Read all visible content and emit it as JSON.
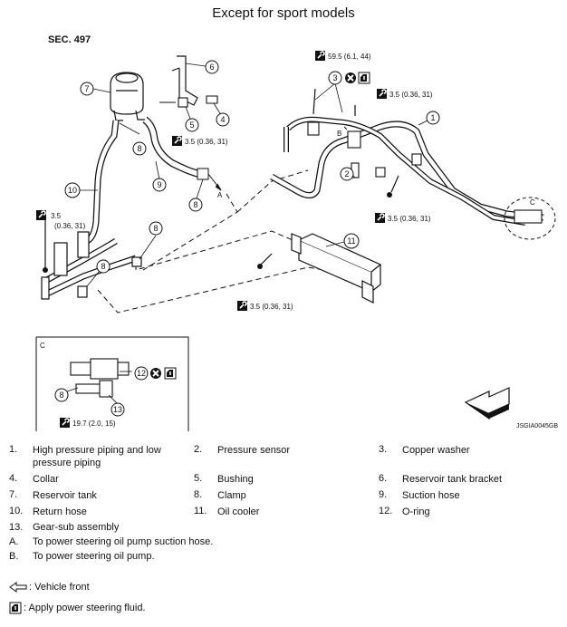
{
  "title": "Except for sport models",
  "section": "SEC. 497",
  "image_code": "JSGIA0045GB",
  "torques": {
    "t1": "59.5 (6.1, 44)",
    "t2": "3.5 (0.36, 31)",
    "t3": "3.5 (0.36, 31)",
    "t4a": "3.5",
    "t4b": "(0.36, 31)",
    "t5": "3.5 (0.36, 31)",
    "t6": "3.5 (0.36, 31)",
    "t7": "19.7 (2.0, 15)"
  },
  "callouts": {
    "n1": "1",
    "n2": "2",
    "n3": "3",
    "n4": "4",
    "n5": "5",
    "n6": "6",
    "n7": "7",
    "n8": "8",
    "n9": "9",
    "n10": "10",
    "n11": "11",
    "n12": "12",
    "n13": "13",
    "lA": "A",
    "lB": "B",
    "lC": "C"
  },
  "legend": [
    {
      "num": "1.",
      "text": "High pressure piping and low pressure piping"
    },
    {
      "num": "2.",
      "text": "Pressure sensor"
    },
    {
      "num": "3.",
      "text": "Copper washer"
    },
    {
      "num": "4.",
      "text": "Collar"
    },
    {
      "num": "5.",
      "text": "Bushing"
    },
    {
      "num": "6.",
      "text": "Reservoir tank bracket"
    },
    {
      "num": "7.",
      "text": "Reservoir tank"
    },
    {
      "num": "8.",
      "text": "Clamp"
    },
    {
      "num": "9.",
      "text": "Suction hose"
    },
    {
      "num": "10.",
      "text": "Return hose"
    },
    {
      "num": "11.",
      "text": "Oil cooler"
    },
    {
      "num": "12.",
      "text": "O-ring"
    },
    {
      "num": "13.",
      "text": "Gear-sub assembly"
    },
    {
      "num": "A.",
      "text": "To power steering oil pump suction hose."
    },
    {
      "num": "B.",
      "text": "To power steering oil pump."
    }
  ],
  "notes": {
    "vehicle_front": ": Vehicle front",
    "apply_fluid": ": Apply power steering fluid."
  },
  "icons": [
    "torque-wrench-icon",
    "do-not-reuse-icon",
    "apply-fluid-icon",
    "vehicle-front-arrow-icon"
  ]
}
